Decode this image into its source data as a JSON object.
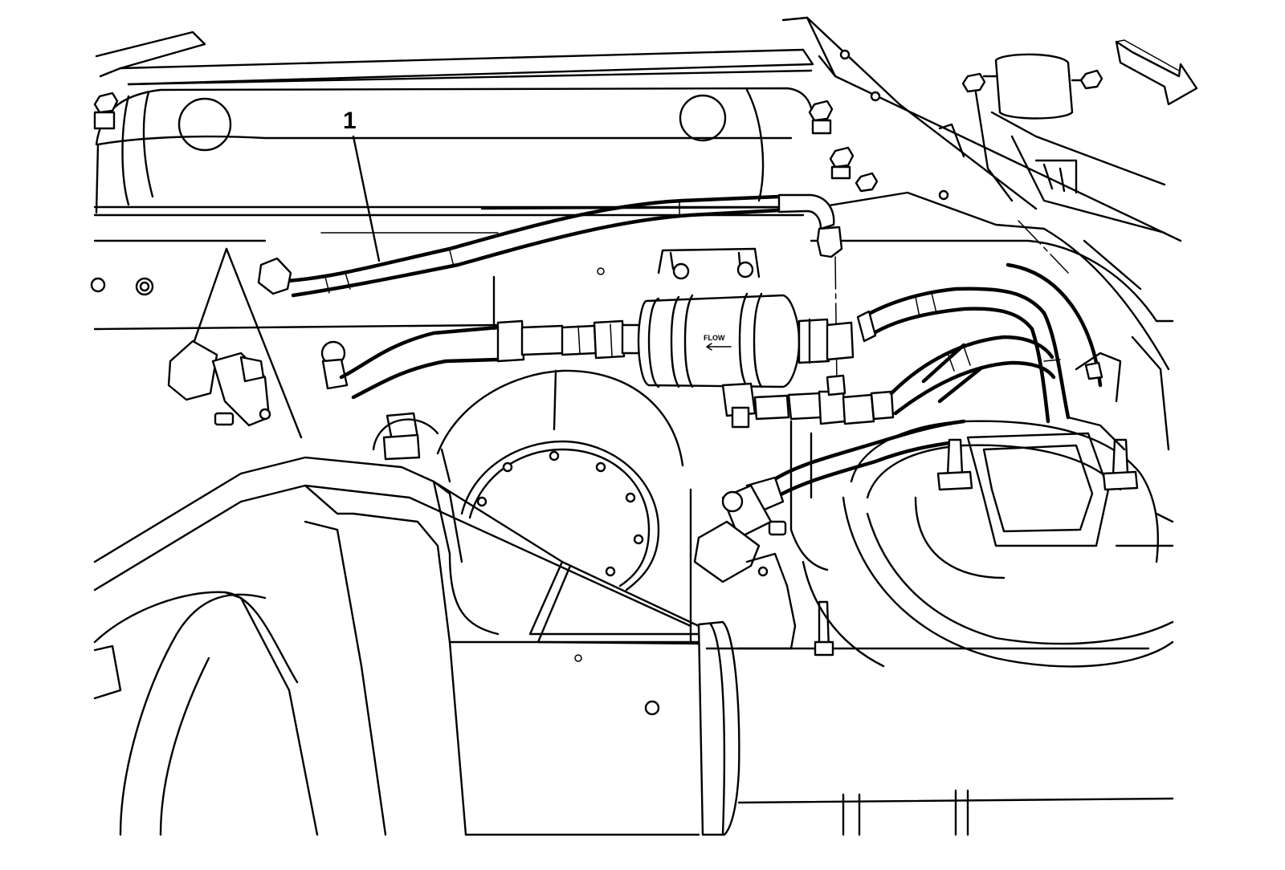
{
  "diagram": {
    "callouts": [
      {
        "id": "1",
        "label": "1"
      }
    ],
    "component_markings": {
      "fuel_filter_flow": "FLOW"
    },
    "icons": [
      "view-direction-arrow-icon"
    ]
  }
}
